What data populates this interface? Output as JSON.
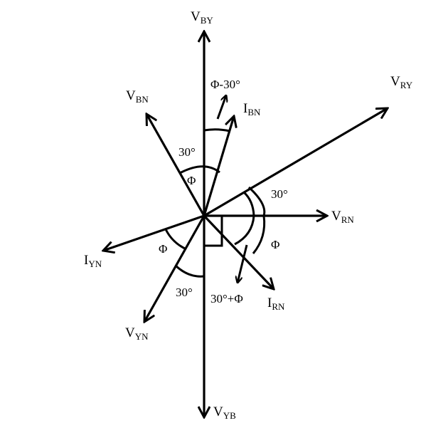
{
  "diagram": {
    "phasors": {
      "vby": {
        "main": "V",
        "sub": "BY"
      },
      "vyb": {
        "main": "V",
        "sub": "YB"
      },
      "vbn": {
        "main": "V",
        "sub": "BN"
      },
      "ibn": {
        "main": "I",
        "sub": "BN"
      },
      "vry": {
        "main": "V",
        "sub": "RY"
      },
      "vrn": {
        "main": "V",
        "sub": "RN"
      },
      "irn": {
        "main": "I",
        "sub": "RN"
      },
      "iyn": {
        "main": "I",
        "sub": "YN"
      },
      "vyn": {
        "main": "V",
        "sub": "YN"
      }
    },
    "angles": {
      "phi_minus_30": "Φ-30°",
      "thirty_top": "30°",
      "phi_top": "Φ",
      "thirty_right": "30°",
      "phi_right": "Φ",
      "phi_left": "Φ",
      "thirty_bottom": "30°",
      "thirty_plus_phi": "30°+Φ"
    }
  }
}
